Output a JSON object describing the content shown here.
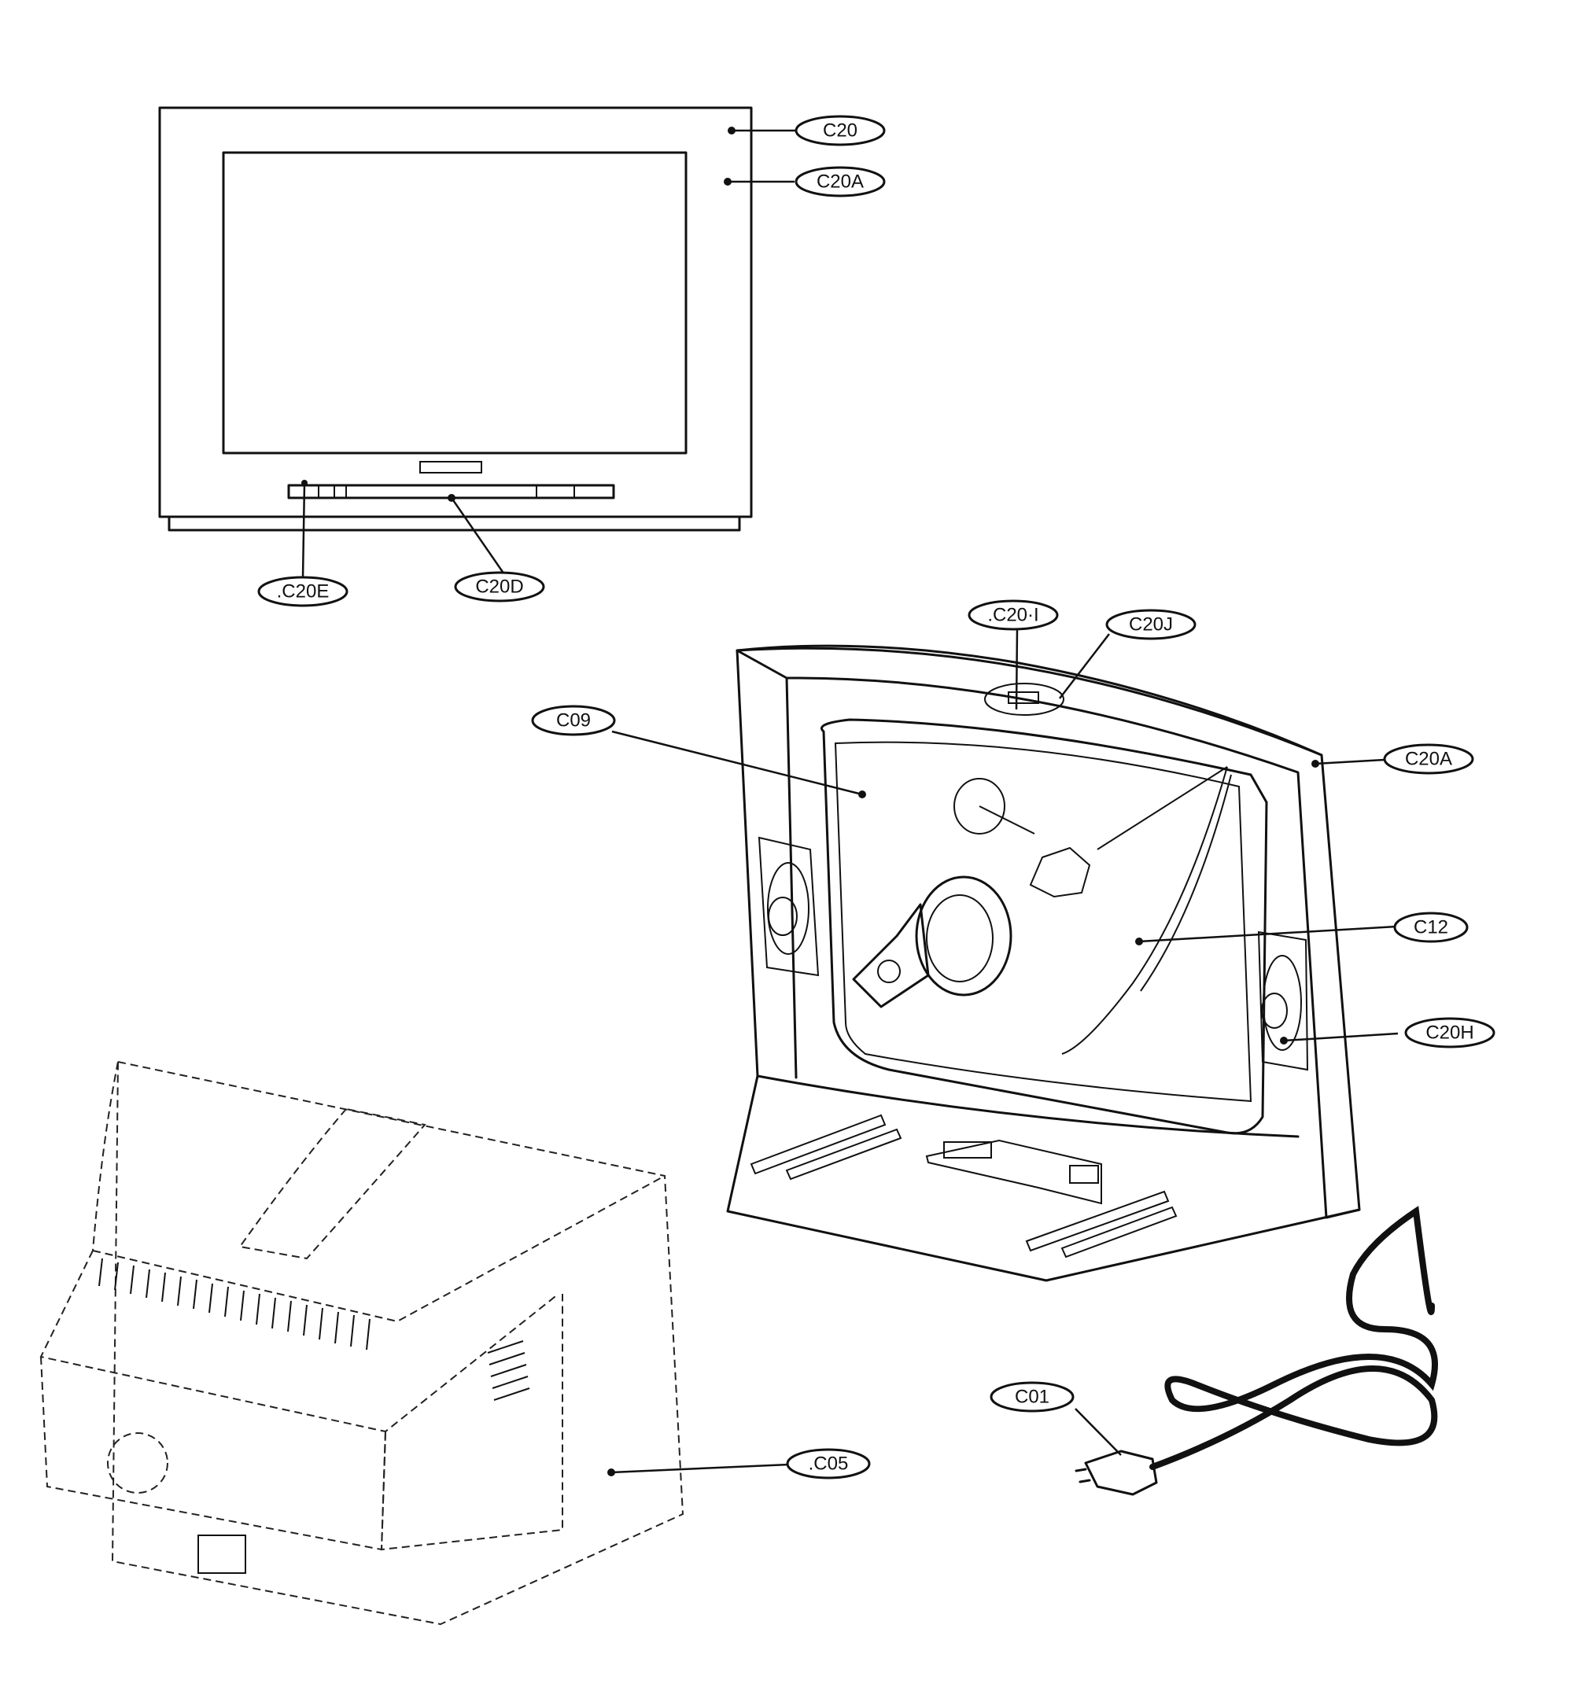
{
  "labels": {
    "c20_front": "C20",
    "c20a_front": "C20A",
    "c20e": ".C20E",
    "c20d": "C20D",
    "c20i": ".C20·I",
    "c20j": "C20J",
    "c09": "C09",
    "c20a_rear": "C20A",
    "c12": "C12",
    "c20h": "C20H",
    "c01": "C01",
    "c05": ".C05"
  },
  "colors": {
    "ink": "#111111",
    "paper": "#ffffff"
  }
}
